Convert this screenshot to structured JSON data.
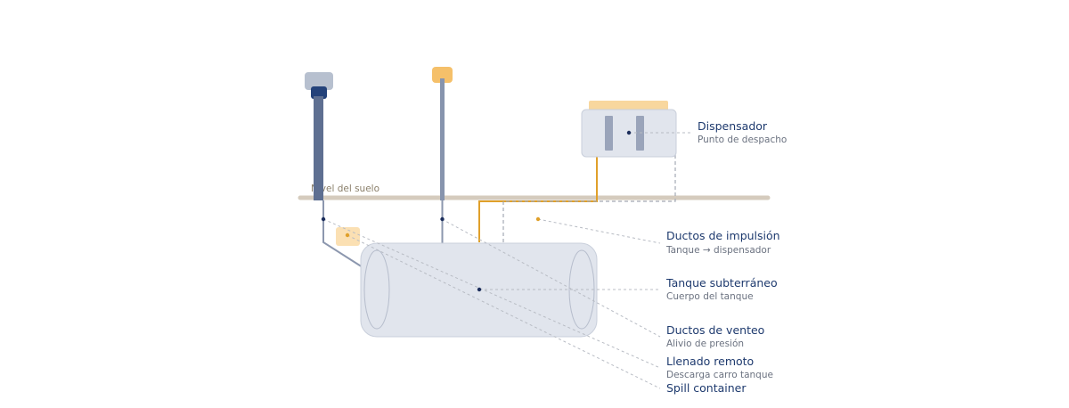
{
  "diagram": {
    "ground_label": "Nivel del suelo",
    "colors": {
      "ground": "#d5cbbd",
      "tank_fill": "#e1e5ed",
      "tank_stroke": "#c9cfdb",
      "pipe_dark": "#5b6b8c",
      "pipe_mid": "#8794ad",
      "accent_orange": "#e0a02a",
      "cap_orange": "#f5c06a",
      "navy": "#1e3a6e",
      "dot": "#1b2d5b"
    },
    "components": [
      {
        "id": "dispensador",
        "title": "Dispensador",
        "subtitle": "Punto de despacho"
      },
      {
        "id": "ductos-impulsion",
        "title": "Ductos de impulsión",
        "subtitle": "Tanque → dispensador"
      },
      {
        "id": "tanque",
        "title": "Tanque subterráneo",
        "subtitle": "Cuerpo del tanque"
      },
      {
        "id": "ductos-venteo",
        "title": "Ductos de venteo",
        "subtitle": "Alivio de presión"
      },
      {
        "id": "llenado-remoto",
        "title": "Llenado remoto",
        "subtitle": "Descarga carro tanque"
      },
      {
        "id": "spill-container",
        "title": "Spill container",
        "subtitle": ""
      }
    ]
  }
}
